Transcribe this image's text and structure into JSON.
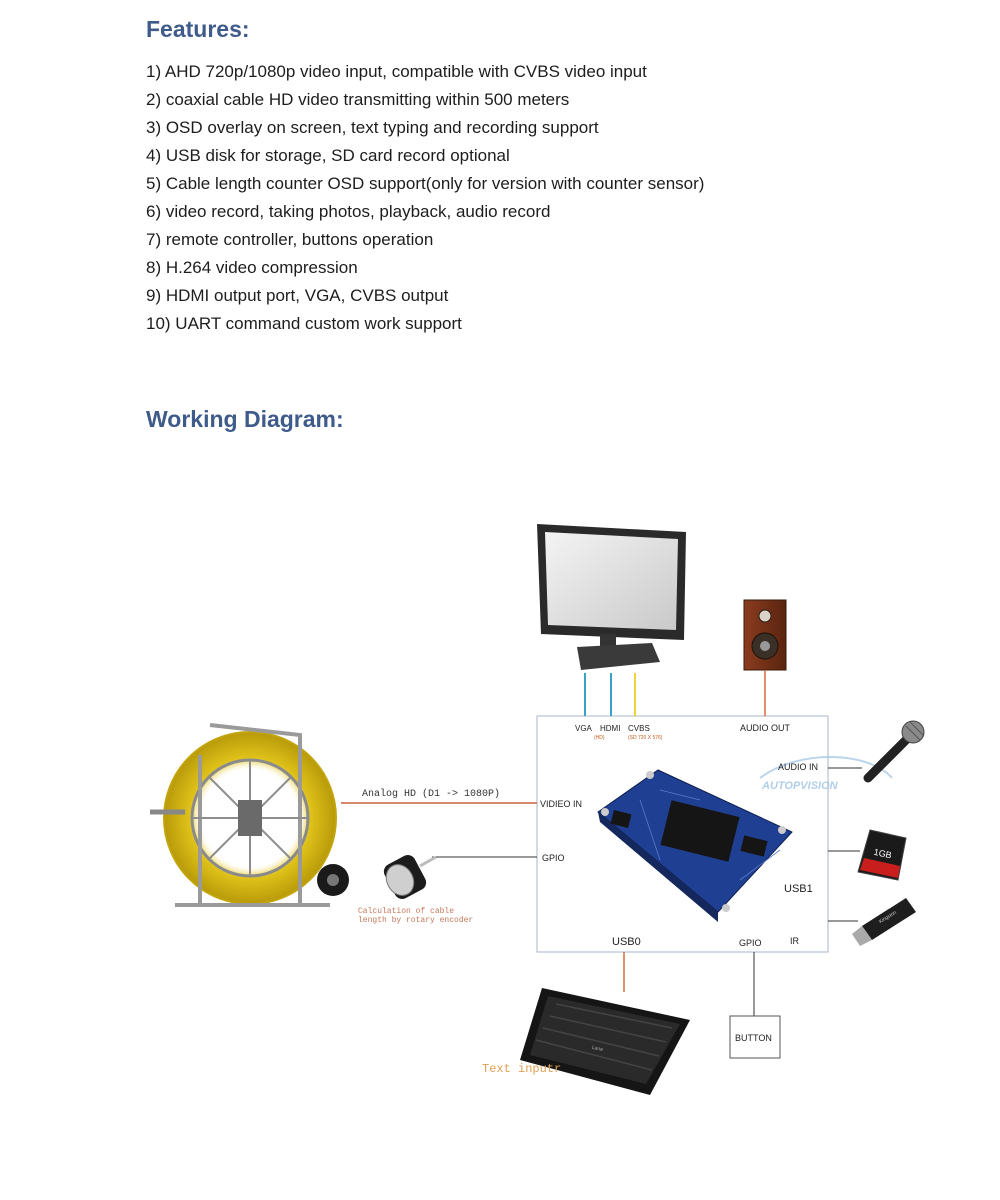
{
  "features": {
    "heading": "Features:",
    "items": [
      "1) AHD 720p/1080p video input, compatible with CVBS video input",
      "2) coaxial cable HD video transmitting within 500 meters",
      "3) OSD overlay on screen, text typing and recording support",
      "4) USB disk for storage, SD card record optional",
      "5) Cable length counter OSD support(only for version with counter sensor)",
      "6) video record, taking photos, playback, audio record",
      "7) remote controller, buttons operation",
      "8) H.264 video compression",
      "9) HDMI output port, VGA, CVBS output",
      "10) UART command custom work support"
    ]
  },
  "diagram": {
    "heading": "Working Diagram:",
    "ports": {
      "vga": "VGA",
      "hdmi": "HDMI",
      "cvbs": "CVBS",
      "hdmi_note": "(HD)",
      "cvbs_note": "(SD 720 X 576)",
      "audio_out": "AUDIO OUT",
      "audio_in": "AUDIO IN",
      "video_in": "VIDIEO IN",
      "gpio_left": "GPIO",
      "usb1": "USB1",
      "usb0": "USB0",
      "gpio_bottom": "GPIO",
      "ir": "IR"
    },
    "analog_label": "Analog HD (D1 -> 1080P)",
    "encoder_caption_line1": "Calculation of cable",
    "encoder_caption_line2": "length by rotary encoder",
    "button_label": "BUTTON",
    "text_input_label": "Text inputr",
    "watermark": "AUTOPVISION",
    "keyboard_brand": "Lane",
    "usb_stick_brand": "Kingston",
    "sd_card_text": "1GB"
  }
}
